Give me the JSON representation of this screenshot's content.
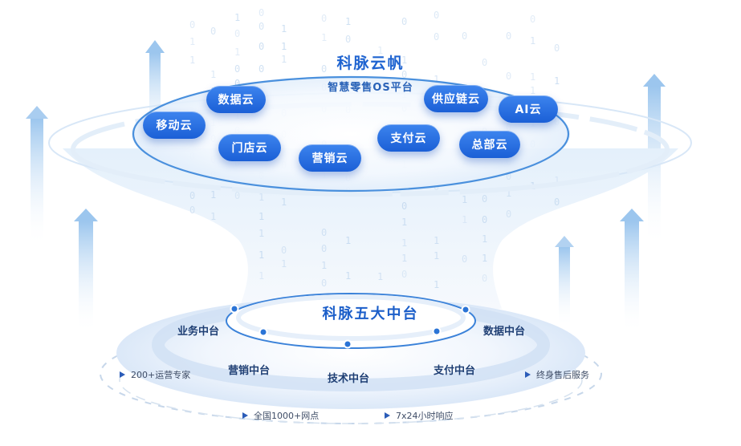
{
  "top_platform": {
    "title": "科脉云帆",
    "subtitle": "智慧零售OS平台",
    "clouds": [
      {
        "label": "数据云"
      },
      {
        "label": "移动云"
      },
      {
        "label": "门店云"
      },
      {
        "label": "营销云"
      },
      {
        "label": "支付云"
      },
      {
        "label": "供应链云"
      },
      {
        "label": "总部云"
      },
      {
        "label": "AI云"
      }
    ]
  },
  "middle_platform": {
    "title": "科脉五大中台",
    "centers": [
      {
        "label": "业务中台"
      },
      {
        "label": "营销中台"
      },
      {
        "label": "技术中台"
      },
      {
        "label": "支付中台"
      },
      {
        "label": "数据中台"
      }
    ]
  },
  "features": [
    {
      "label": "200+运营专家"
    },
    {
      "label": "终身售后服务"
    },
    {
      "label": "全国1000+网点"
    },
    {
      "label": "7x24小时响应"
    }
  ],
  "colors": {
    "accent": "#1b5fd6",
    "title": "#1e63d0",
    "text": "#1f3f74"
  }
}
